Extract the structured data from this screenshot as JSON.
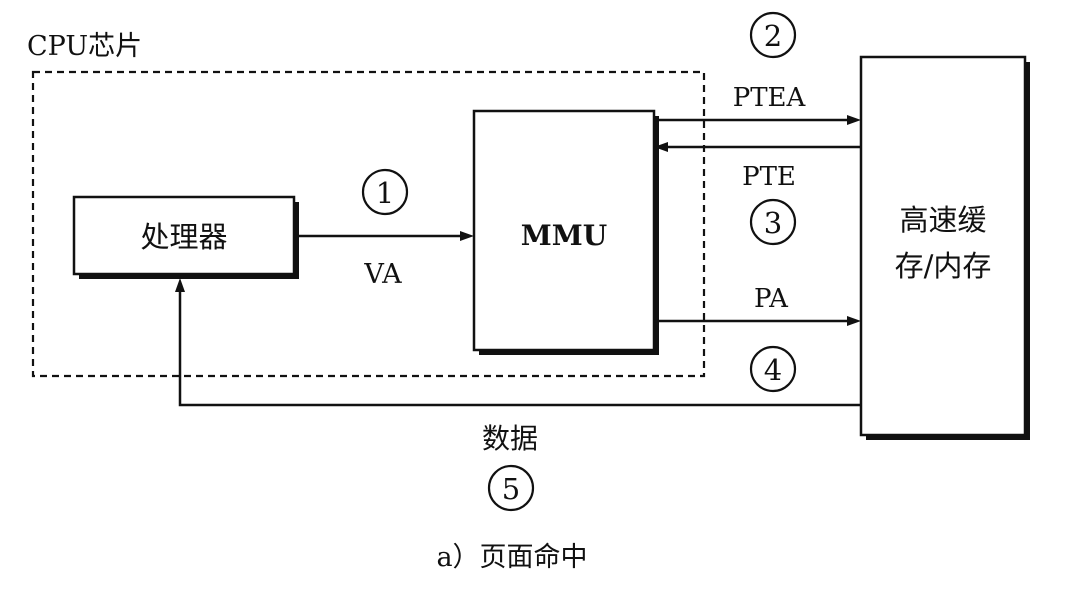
{
  "cpu_chip": {
    "label": "CPU芯片"
  },
  "processor": {
    "label": "处理器"
  },
  "mmu": {
    "label": "MMU"
  },
  "memory": {
    "line1": "高速缓",
    "line2": "存/内存"
  },
  "signals": {
    "va": "VA",
    "ptea": "PTEA",
    "pte": "PTE",
    "pa": "PA",
    "data": "数据"
  },
  "steps": [
    "1",
    "2",
    "3",
    "4",
    "5"
  ],
  "caption": "a）页面命中"
}
